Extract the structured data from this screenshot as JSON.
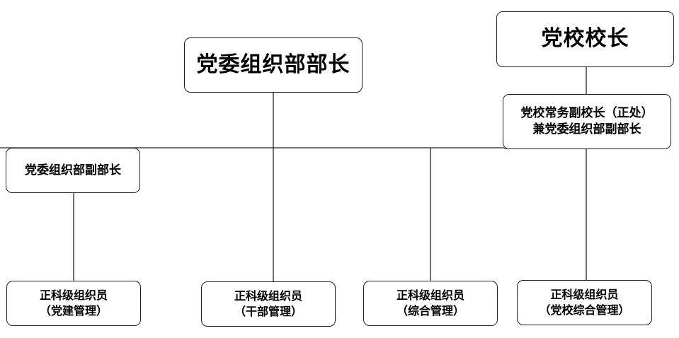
{
  "nodes": {
    "org_head": {
      "label": "党委组织部部长"
    },
    "school_head": {
      "label": "党校校长"
    },
    "school_exec_vice": {
      "line1": "党校常务副校长（正处）",
      "line2": "兼党委组织部副部长"
    },
    "org_deputy": {
      "label": "党委组织部副部长"
    },
    "staff_party_building": {
      "line1": "正科级组织员",
      "line2": "（党建管理）"
    },
    "staff_cadre": {
      "line1": "正科级组织员",
      "line2": "（干部管理）"
    },
    "staff_general": {
      "line1": "正科级组织员",
      "line2": "（综合管理）"
    },
    "staff_school": {
      "line1": "正科级组织员",
      "line2": "（党校综合管理）"
    }
  }
}
